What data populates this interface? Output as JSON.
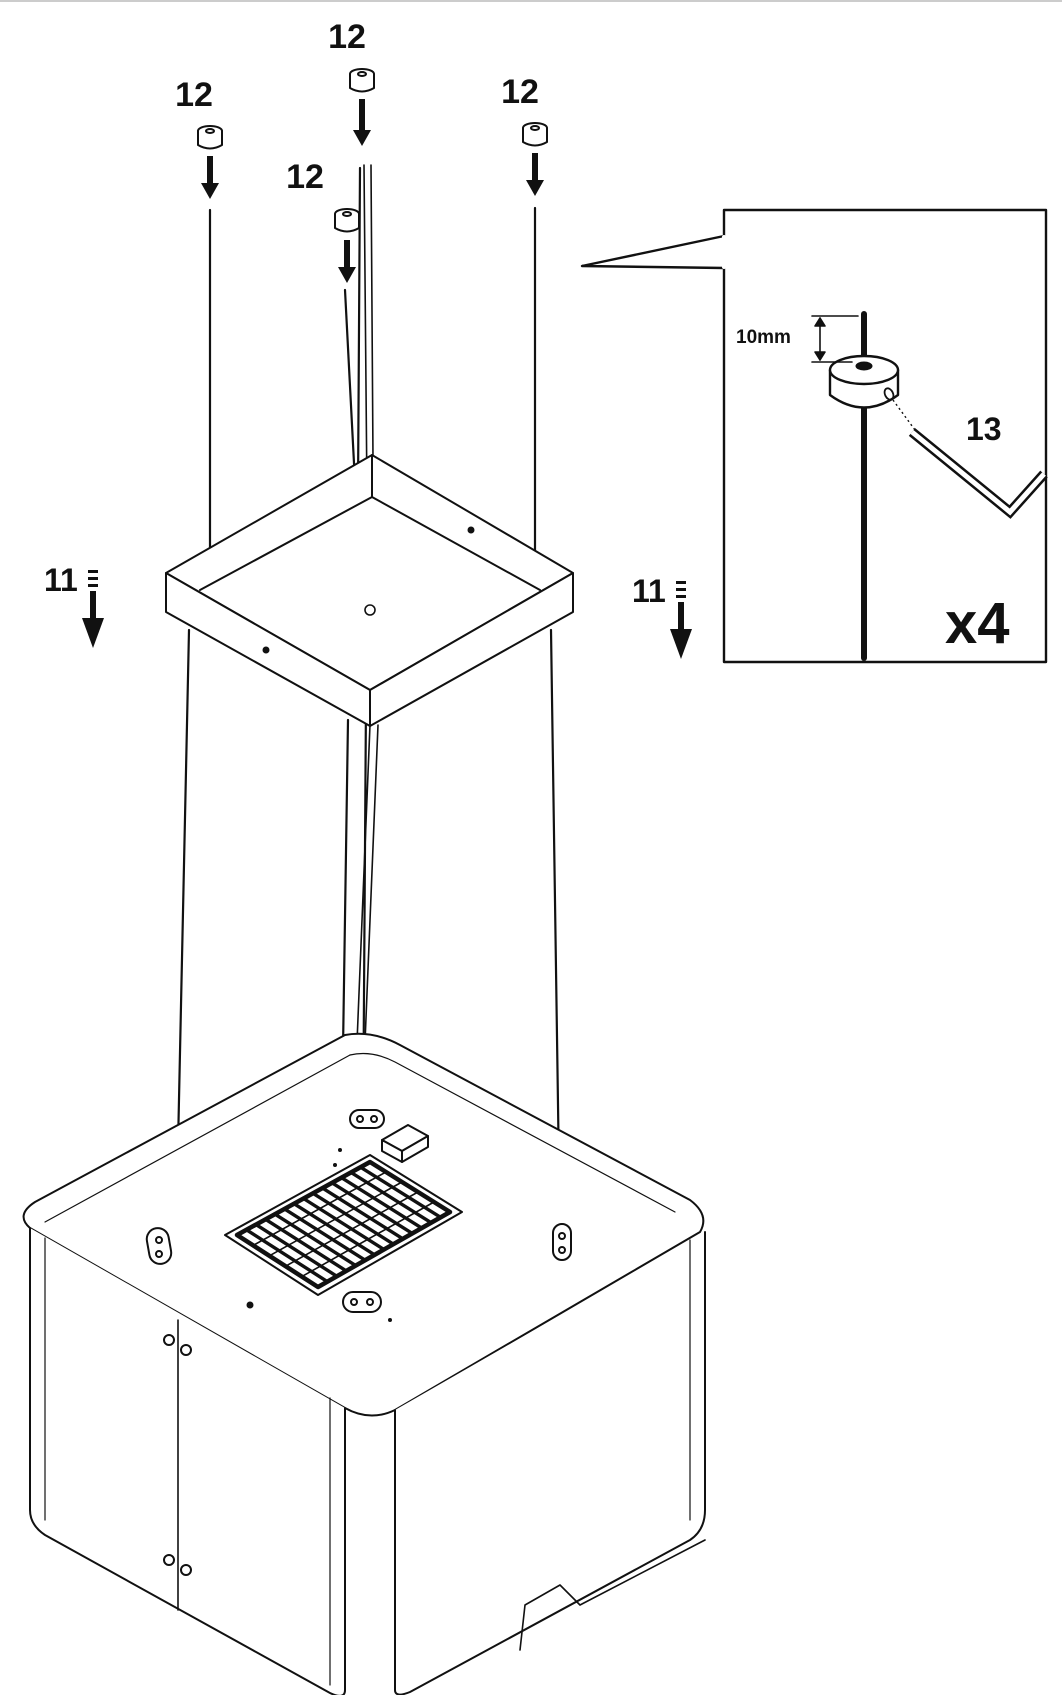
{
  "callouts": {
    "screw_label": "12",
    "cable_label": "11",
    "allen_key_label": "13",
    "gap_label": "10mm",
    "quantity_label": "x4"
  },
  "colors": {
    "ink": "#111111",
    "background": "#ffffff"
  },
  "icons": {
    "grub_screw": "grub-screw-icon",
    "down_arrow": "down-arrow-icon",
    "allen_key": "allen-key-icon",
    "cable_clamp": "cable-clamp-icon"
  }
}
